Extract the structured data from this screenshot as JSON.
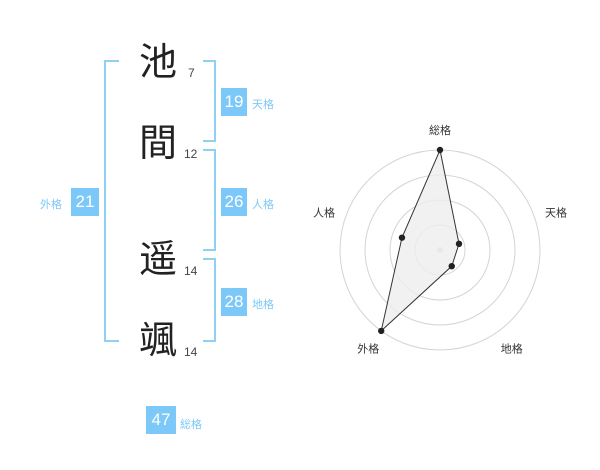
{
  "name": {
    "chars": [
      {
        "char": "池",
        "strokes": "7"
      },
      {
        "char": "間",
        "strokes": "12"
      },
      {
        "char": "遥",
        "strokes": "14"
      },
      {
        "char": "颯",
        "strokes": "14"
      }
    ]
  },
  "fortunes": {
    "tenkaku": {
      "value": "19",
      "label": "天格"
    },
    "jinkaku": {
      "value": "26",
      "label": "人格"
    },
    "chikaku": {
      "value": "28",
      "label": "地格"
    },
    "gaikaku": {
      "value": "21",
      "label": "外格"
    },
    "soukaku": {
      "value": "47",
      "label": "総格"
    }
  },
  "chart_data": {
    "type": "radar",
    "axes": [
      "総格",
      "天格",
      "地格",
      "外格",
      "人格"
    ],
    "values": [
      47,
      19,
      28,
      21,
      26
    ],
    "radial_max": 5,
    "relative_levels": [
      5,
      1,
      1,
      5,
      2
    ],
    "ring_count": 4,
    "line_color": "#333333",
    "fill_color": "#eeeeee"
  }
}
